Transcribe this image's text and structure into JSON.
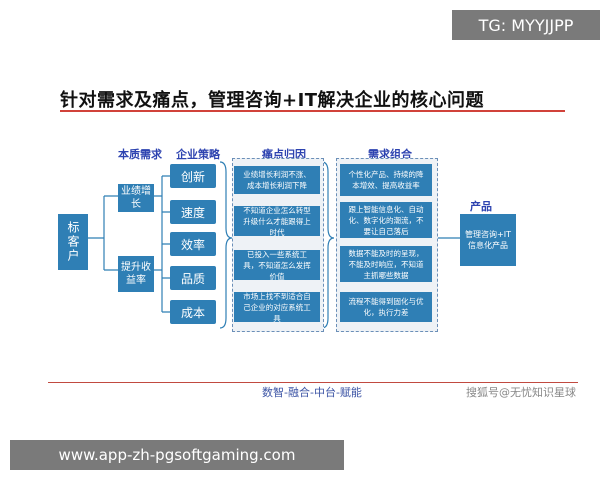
{
  "overlay": {
    "top_watermark": "TG: MYYJJPP",
    "bottom_watermark": "www.app-zh-pgsoftgaming.com"
  },
  "slide": {
    "title": "针对需求及痛点，管理咨询+IT解决企业的核心问题",
    "headers": {
      "essence": "本质需求",
      "strategy": "企业策略",
      "pain": "痛点归因",
      "combo": "需求组合",
      "product": "产品"
    },
    "customer": "标客户",
    "needs": [
      "业绩增长",
      "提升收益率"
    ],
    "strategies": [
      "创新",
      "速度",
      "效率",
      "品质",
      "成本"
    ],
    "pain_points": [
      "业绩增长利润不涨、成本增长利润下降",
      "不知道企业怎么转型升级什么才能跟得上时代",
      "已投入一些系统工具，不知道怎么发挥价值",
      "市场上找不到适合自己企业的对应系统工具"
    ],
    "combos": [
      "个性化产品、持续的降本增效、提高收益率",
      "跟上智能信息化、自动化、数字化的潮流，不要让自己落后",
      "数据不能及时的呈现，不能及时响应，不知道主抓哪些数据",
      "流程不能得到固化与优化，执行力差"
    ],
    "product": "管理咨询+IT信息化产品",
    "footer_tagline": "数智-融合-中台-赋能",
    "source_watermark": "搜狐号@无忧知识星球"
  },
  "colors": {
    "box_blue": "#2f7fb5",
    "header_blue": "#2d43b0",
    "accent_red": "#d1423a"
  }
}
